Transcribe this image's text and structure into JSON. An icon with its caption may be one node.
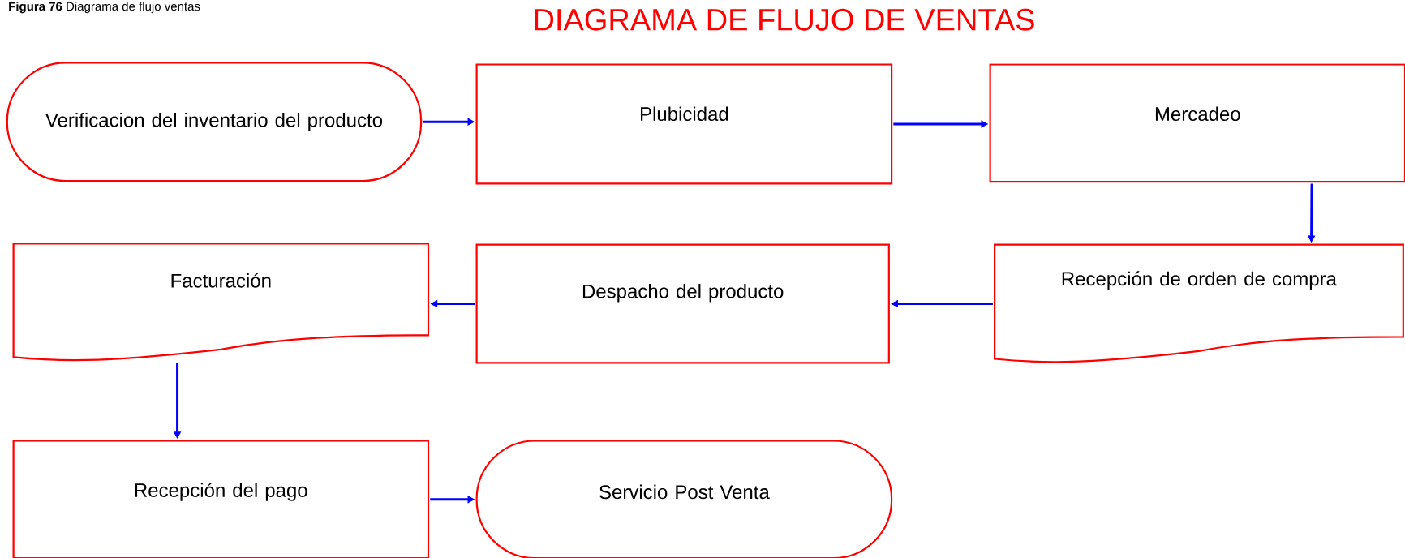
{
  "diagram": {
    "title": "DIAGRAMA DE FLUJO DE VENTAS",
    "caption": "**Figura 76** Diagrama de flujo ventas",
    "nodes": [
      {
        "text": [
          "Verificacion del inventario del producto"
        ]
      },
      {
        "text": [
          "Plubicidad"
        ]
      },
      {
        "text": [
          "Mercadeo"
        ]
      },
      {
        "text": [
          "Recepción de orden de compra"
        ]
      },
      {
        "text": [
          "Despacho del producto"
        ]
      },
      {
        "text": [
          "Facturación"
        ]
      },
      {
        "text": [
          "Recepción del pago"
        ]
      },
      {
        "text": [
          "Servicio Post Venta"
        ]
      }
    ],
    "edges": [
      {
        "from": 0,
        "to": 1,
        "arrow": "to"
      },
      {
        "from": 1,
        "to": 2,
        "arrow": "to"
      },
      {
        "from": 2,
        "to": 3,
        "arrow": "to"
      },
      {
        "from": 3,
        "to": 4,
        "arrow": "to"
      },
      {
        "from": 4,
        "to": 5,
        "arrow": "to"
      },
      {
        "from": 5,
        "to": 6,
        "arrow": "to"
      },
      {
        "from": 6,
        "to": 7,
        "arrow": "to"
      }
    ]
  }
}
